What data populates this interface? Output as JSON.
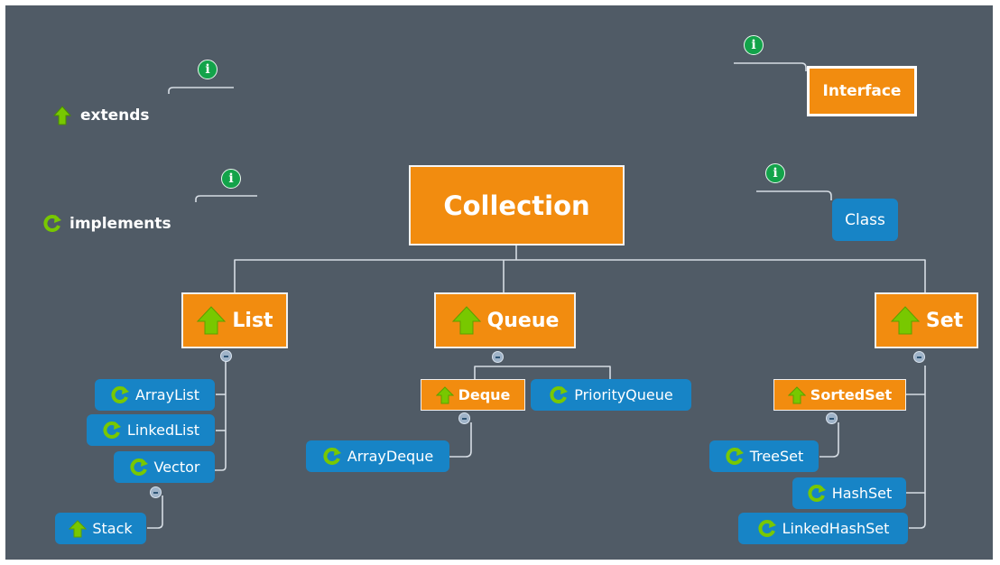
{
  "colors": {
    "background": "#505b66",
    "interface": "#f28c0f",
    "class": "#1784c6",
    "connector": "#d6dde4",
    "arrow_green": "#78c800"
  },
  "legend": {
    "extends": "extends",
    "implements": "implements",
    "interface": "Interface",
    "class": "Class",
    "info_glyph": "i"
  },
  "icons": {
    "extends": "green-up-arrow-icon",
    "implements": "green-circular-arrow-icon",
    "info": "info-icon",
    "collapse": "collapse-minus-icon"
  },
  "diagram": {
    "root": "Collection",
    "interfaces": {
      "list": "List",
      "queue": "Queue",
      "set": "Set",
      "deque": "Deque",
      "sorted_set": "SortedSet"
    },
    "classes": {
      "array_list": "ArrayList",
      "linked_list": "LinkedList",
      "vector": "Vector",
      "stack": "Stack",
      "array_deque": "ArrayDeque",
      "priority_queue": "PriorityQueue",
      "tree_set": "TreeSet",
      "hash_set": "HashSet",
      "linked_hash_set": "LinkedHashSet"
    }
  }
}
